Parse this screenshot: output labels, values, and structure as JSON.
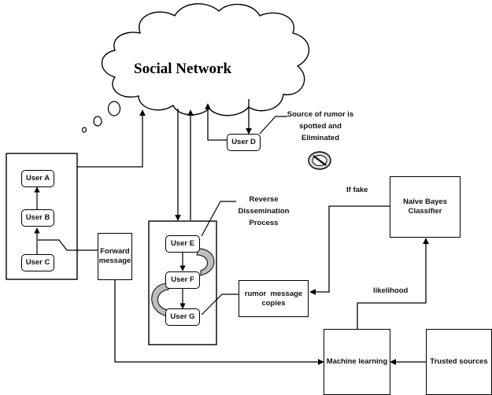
{
  "title": "Social Network",
  "users": {
    "a": "User A",
    "b": "User B",
    "c": "User C",
    "d": "User D",
    "e": "User E",
    "f": "User F",
    "g": "User G"
  },
  "boxes": {
    "forward_message": [
      "Forward",
      "message"
    ],
    "rumor_copies": [
      "rumor  message",
      "copies"
    ],
    "naive_bayes": [
      "Naïve Bayes",
      "Classifier"
    ],
    "machine_learning": "Machine learning",
    "trusted_sources": "Trusted sources"
  },
  "annotations": {
    "source_spotted": [
      "Source of rumor is",
      "spotted and",
      "Eliminated"
    ],
    "reverse_dissemination": [
      "Reverse",
      "Dissemination",
      "Process"
    ],
    "if_fake": "If fake",
    "likelihood": "likelihood"
  },
  "icons": {
    "eliminated": "prohibited-icon"
  }
}
